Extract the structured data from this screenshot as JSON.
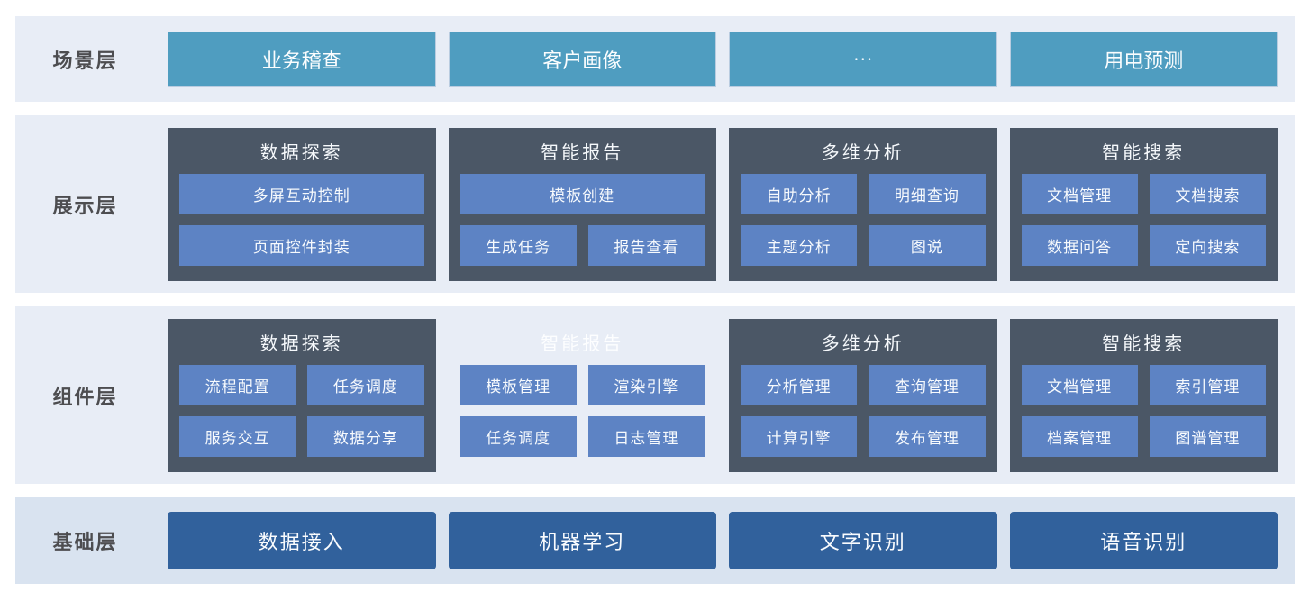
{
  "colors": {
    "page_bg": "#ffffff",
    "band_bg": "#e8edf6",
    "foundation_band_bg": "#d9e3f0",
    "scenario_box": "#4f9dc0",
    "scenario_box_border": "#b9cce0",
    "group_card": "#4b5766",
    "module_item": "#5d83c4",
    "foundation_box": "#31619c",
    "layer_label_text": "#4d4d50",
    "box_text": "#fbfdfe"
  },
  "layers": {
    "scenario": {
      "label": "场景层",
      "boxes": [
        "业务稽查",
        "客户画像",
        "···",
        "用电预测"
      ]
    },
    "presentation": {
      "label": "展示层",
      "groups": [
        {
          "title": "数据探索",
          "dark": true,
          "rows": [
            [
              "多屏互动控制"
            ],
            [
              "页面控件封装"
            ]
          ]
        },
        {
          "title": "智能报告",
          "dark": true,
          "rows": [
            [
              "模板创建"
            ],
            [
              "生成任务",
              "报告查看"
            ]
          ]
        },
        {
          "title": "多维分析",
          "dark": true,
          "rows": [
            [
              "自助分析",
              "明细查询"
            ],
            [
              "主题分析",
              "图说"
            ]
          ]
        },
        {
          "title": "智能搜索",
          "dark": true,
          "rows": [
            [
              "文档管理",
              "文档搜索"
            ],
            [
              "数据问答",
              "定向搜索"
            ]
          ]
        }
      ]
    },
    "component": {
      "label": "组件层",
      "groups": [
        {
          "title": "数据探索",
          "dark": true,
          "rows": [
            [
              "流程配置",
              "任务调度"
            ],
            [
              "服务交互",
              "数据分享"
            ]
          ]
        },
        {
          "title": "智能报告",
          "dark": false,
          "rows": [
            [
              "模板管理",
              "渲染引擎"
            ],
            [
              "任务调度",
              "日志管理"
            ]
          ]
        },
        {
          "title": "多维分析",
          "dark": true,
          "rows": [
            [
              "分析管理",
              "查询管理"
            ],
            [
              "计算引擎",
              "发布管理"
            ]
          ]
        },
        {
          "title": "智能搜索",
          "dark": true,
          "rows": [
            [
              "文档管理",
              "索引管理"
            ],
            [
              "档案管理",
              "图谱管理"
            ]
          ]
        }
      ]
    },
    "foundation": {
      "label": "基础层",
      "boxes": [
        "数据接入",
        "机器学习",
        "文字识别",
        "语音识别"
      ]
    }
  }
}
